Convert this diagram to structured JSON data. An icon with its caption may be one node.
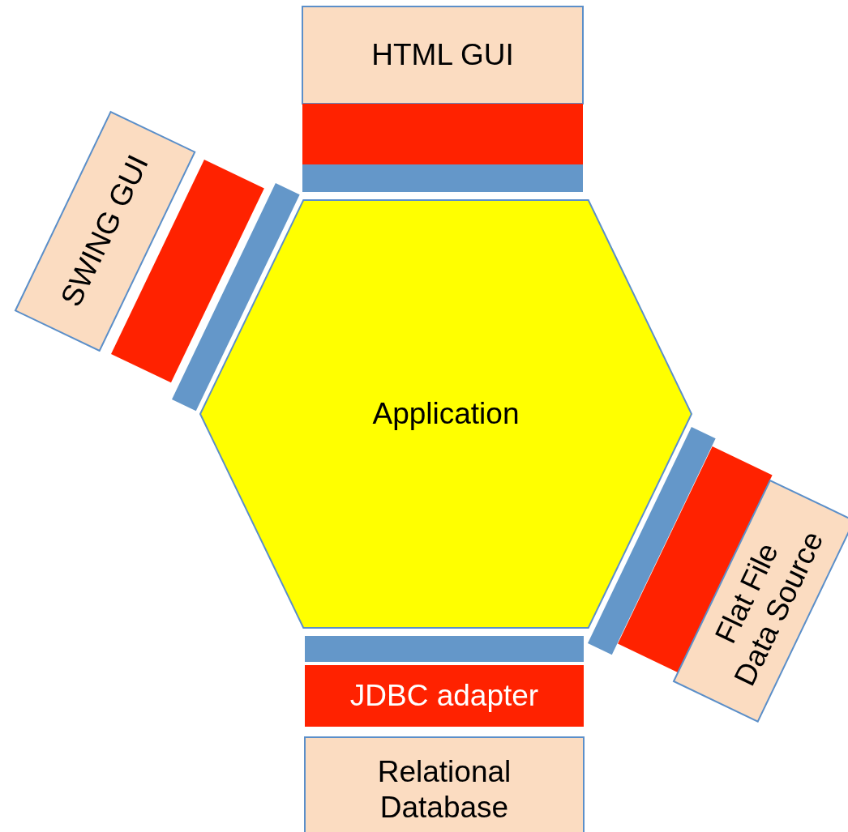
{
  "diagram": {
    "nodes": [
      {
        "text": [
          "HTML GUI"
        ]
      },
      {
        "text": [],
        "shape": "bar"
      },
      {
        "text": [],
        "shape": "bar"
      },
      {
        "text": [
          "SWING GUI"
        ]
      },
      {
        "text": [],
        "shape": "bar"
      },
      {
        "text": [],
        "shape": "bar"
      },
      {
        "text": [
          "Application"
        ]
      },
      {
        "text": [],
        "shape": "bar"
      },
      {
        "text": [],
        "shape": "bar"
      },
      {
        "text": [
          "Flat File Data Source"
        ]
      },
      {
        "text": [],
        "shape": "bar"
      },
      {
        "text": [
          "JDBC adapter"
        ]
      },
      {
        "text": [
          "Relational Database"
        ]
      }
    ]
  }
}
